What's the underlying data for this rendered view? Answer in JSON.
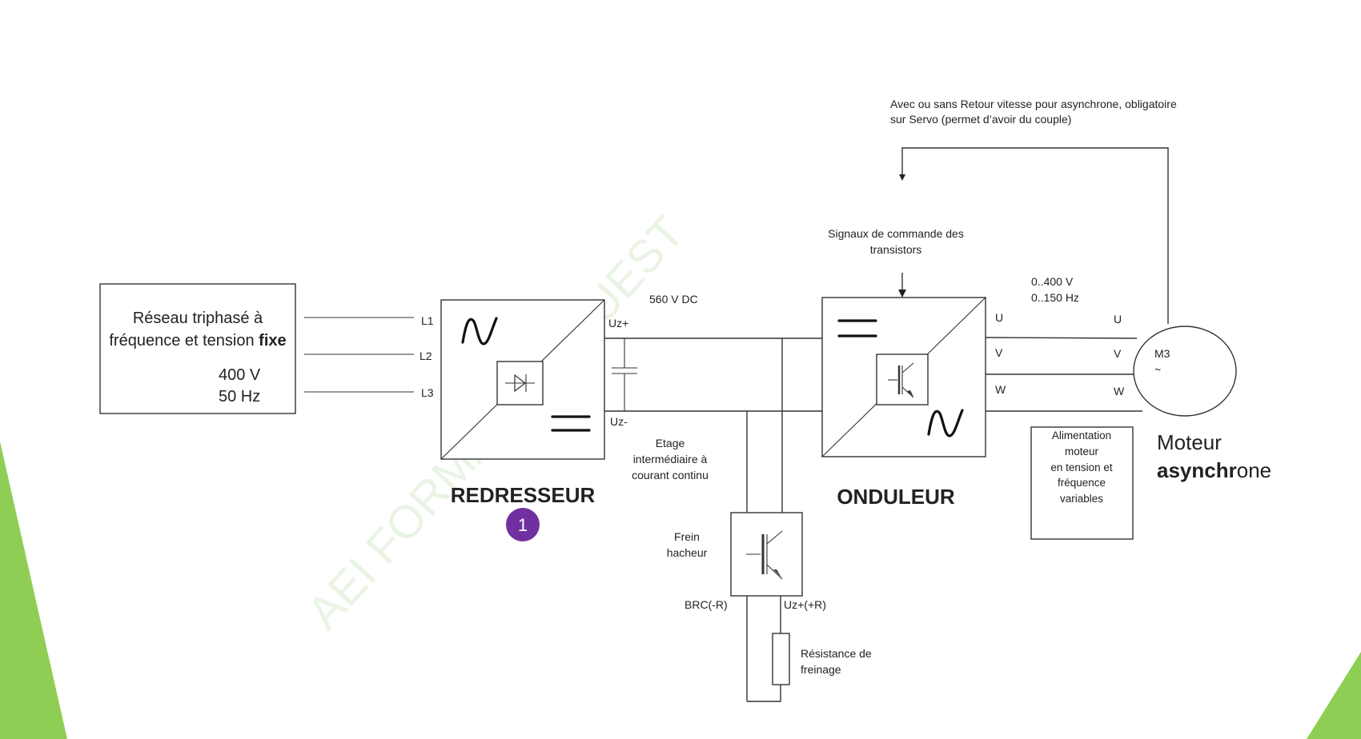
{
  "feedback_note": {
    "line1": "Avec ou sans Retour vitesse pour asynchrone, obligatoire",
    "line2": "sur Servo (permet d’avoir du couple)"
  },
  "network": {
    "line1": "Réseau triphasé à",
    "line2_prefix": "fréquence et tension ",
    "line2_bold": "fixe",
    "voltage": "400 V",
    "frequency": "50 Hz"
  },
  "phases_in": [
    "L1",
    "L2",
    "L3"
  ],
  "rectifier": {
    "title": "REDRESSEUR",
    "badge": "1",
    "uz_plus": "Uz+",
    "uz_minus": "Uz-"
  },
  "dc_link": {
    "voltage": "560 V DC",
    "stage_line1": "Etage",
    "stage_line2": "intermédiaire à",
    "stage_line3": "courant continu"
  },
  "inverter": {
    "title": "ONDULEUR",
    "signals_line1": "Signaux de commande des",
    "signals_line2": "transistors"
  },
  "output": {
    "voltage_range": "0..400 V",
    "freq_range": "0..150 Hz",
    "phases_left": [
      "U",
      "V",
      "W"
    ],
    "phases_right": [
      "U",
      "V",
      "W"
    ]
  },
  "motor": {
    "label": "M3",
    "tilde": "~",
    "caption_line1": "Moteur",
    "caption_line2_bold": "asynchr",
    "caption_line2_rest": "one"
  },
  "supply_box": {
    "line1": "Alimentation",
    "line2": "moteur",
    "line3": "en tension et",
    "line4": "fréquence",
    "line5": "variables"
  },
  "brake": {
    "line1": "Frein",
    "line2": "hacheur",
    "brc": "BRC(-R)",
    "uz_r": "Uz+(+R)"
  },
  "resistor": {
    "line1": "Résistance de",
    "line2": "freinage"
  },
  "watermark": "AEI FORMATION OUEST",
  "colors": {
    "accent_green": "#8fce54",
    "badge_purple": "#7030a0",
    "watermark_green": "#cfe8c6"
  }
}
